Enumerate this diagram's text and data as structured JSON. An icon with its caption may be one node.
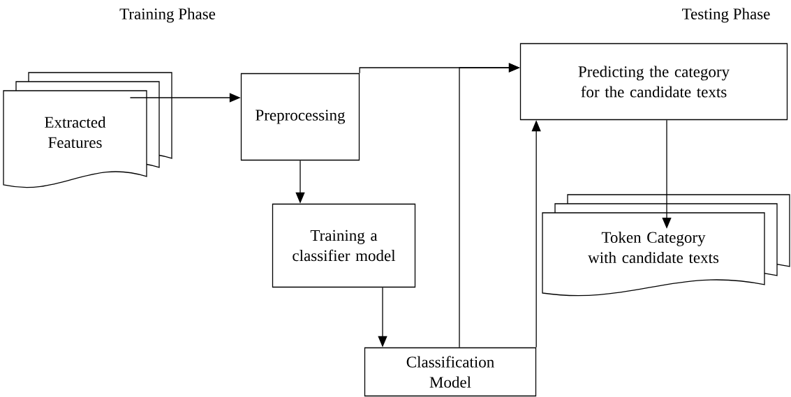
{
  "diagram": {
    "nodes": [
      {
        "text": [
          "Extracted Features"
        ]
      },
      {
        "text": [
          "Preprocessing"
        ]
      },
      {
        "text": [
          "Training a classifier model"
        ]
      },
      {
        "text": [
          "Classification Model"
        ]
      },
      {
        "text": [
          "Predicting the category for the candidate texts"
        ]
      },
      {
        "text": [
          "Token Category with candidate texts"
        ]
      }
    ],
    "edges": [
      {
        "from": 0,
        "to": 1,
        "arrow": "to"
      },
      {
        "from": 1,
        "to": 2,
        "arrow": "to"
      },
      {
        "from": 2,
        "to": 3,
        "arrow": "to"
      },
      {
        "from": 1,
        "to": 4,
        "arrow": "to"
      },
      {
        "from": 3,
        "to": 4,
        "arrow": "to"
      },
      {
        "from": 3,
        "to": 4,
        "arrow": "to"
      },
      {
        "from": 4,
        "to": 5,
        "arrow": "to"
      }
    ],
    "labels": [
      "Training Phase",
      "Testing Phase"
    ]
  }
}
